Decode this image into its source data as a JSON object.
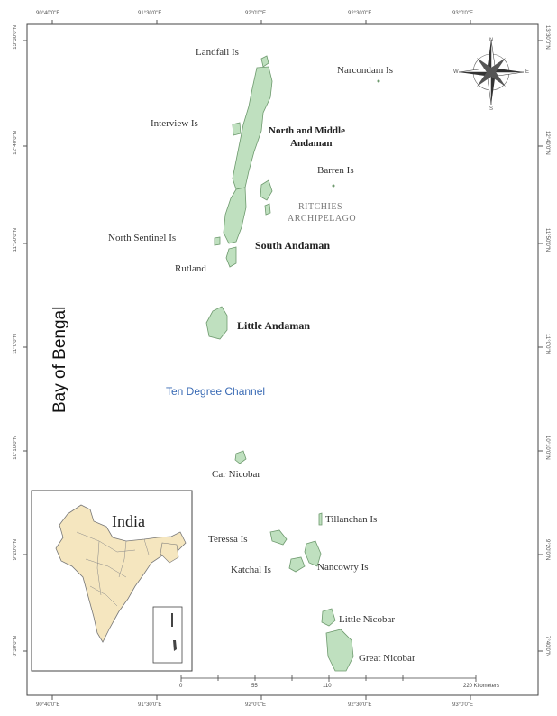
{
  "title_bay": "Bay of Bengal",
  "channel": "Ten Degree Channel",
  "labels": {
    "landfall": "Landfall Is",
    "narcondam": "Narcondam Is",
    "interview": "Interview Is",
    "north_middle_1": "North and Middle",
    "north_middle_2": "Andaman",
    "barren": "Barren Is",
    "ritchies_1": "RITCHIES",
    "ritchies_2": "ARCHIPELAGO",
    "north_sentinel": "North Sentinel Is",
    "south_andaman": "South Andaman",
    "rutland": "Rutland",
    "little_andaman": "Little Andaman",
    "car_nicobar": "Car Nicobar",
    "tillanchan": "Tillanchan Is",
    "teressa": "Teressa Is",
    "katchal": "Katchal Is",
    "nancowry": "Nancowry Is",
    "little_nicobar": "Little Nicobar",
    "great_nicobar": "Great Nicobar"
  },
  "inset": {
    "title": "India"
  },
  "scale_bar": {
    "ticks": [
      "0",
      "55",
      "110",
      "",
      "",
      "",
      "",
      "220 Kilometers"
    ]
  },
  "lon_ticks": [
    "90°40'0\"E",
    "91°30'0\"E",
    "92°0'0\"E",
    "92°30'0\"E",
    "93°0'0\"E"
  ],
  "lon_ticks_bottom": [
    "90°40'0\"E",
    "91°30'0\"E",
    "92°0'0\"E",
    "92°30'0\"E",
    "93°0'0\"E"
  ],
  "lat_ticks": [
    "13°30'0\"N",
    "12°40'0\"N",
    "11°50'0\"N",
    "11°0'0\"N",
    "10°10'0\"N",
    "9°20'0\"N",
    "8°30'0\"N",
    "7°40'0\"N"
  ],
  "compass": {
    "n": "N",
    "s": "S",
    "e": "E",
    "w": "W"
  },
  "colors": {
    "land": "#bfe0bf",
    "land_stroke": "#6e9a6e",
    "inset_land": "#f5e6bf",
    "frame": "#444444"
  }
}
